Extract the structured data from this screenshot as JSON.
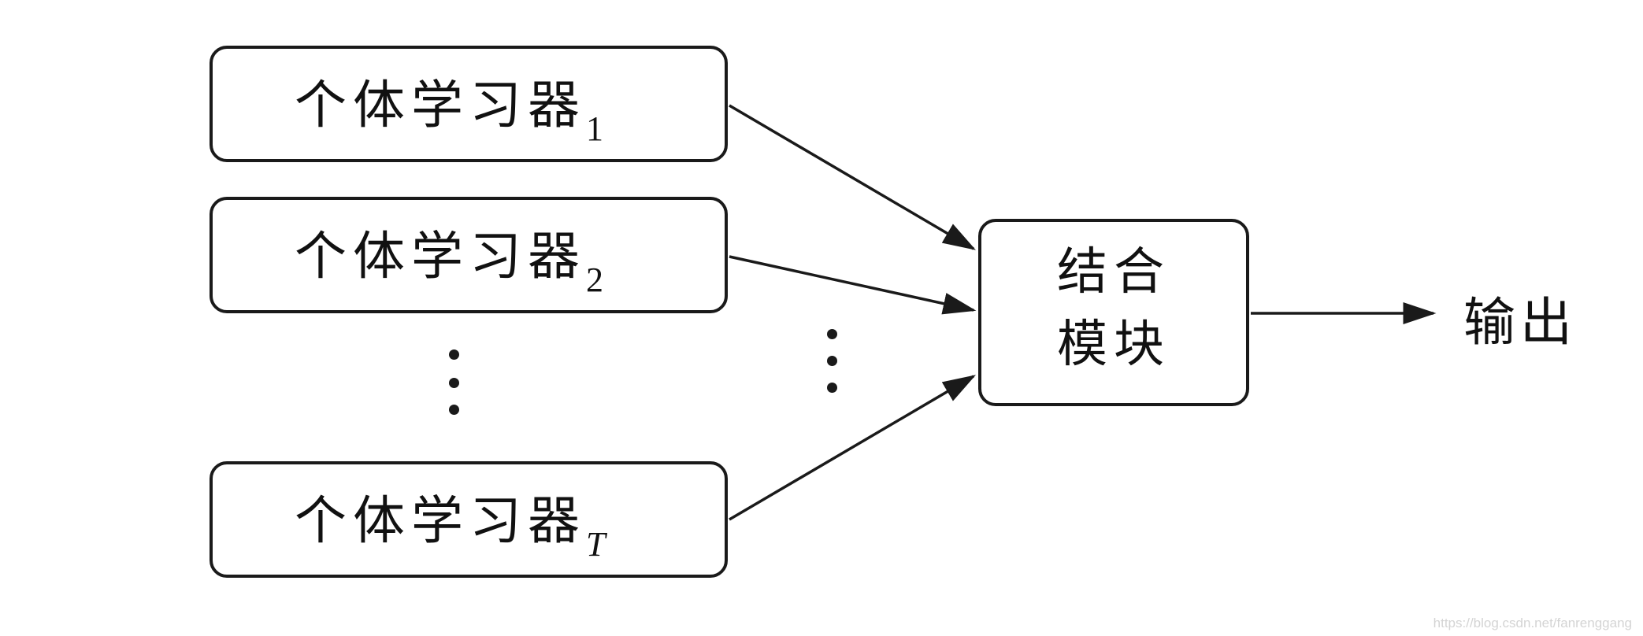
{
  "learners": [
    {
      "label": "个体学习器",
      "subscript": "1"
    },
    {
      "label": "个体学习器",
      "subscript": "2"
    },
    {
      "label": "个体学习器",
      "subscript": "T"
    }
  ],
  "combiner": {
    "line1": "结合",
    "line2": "模块"
  },
  "output": {
    "label": "输出"
  },
  "watermark": "https://blog.csdn.net/fanrenggang"
}
